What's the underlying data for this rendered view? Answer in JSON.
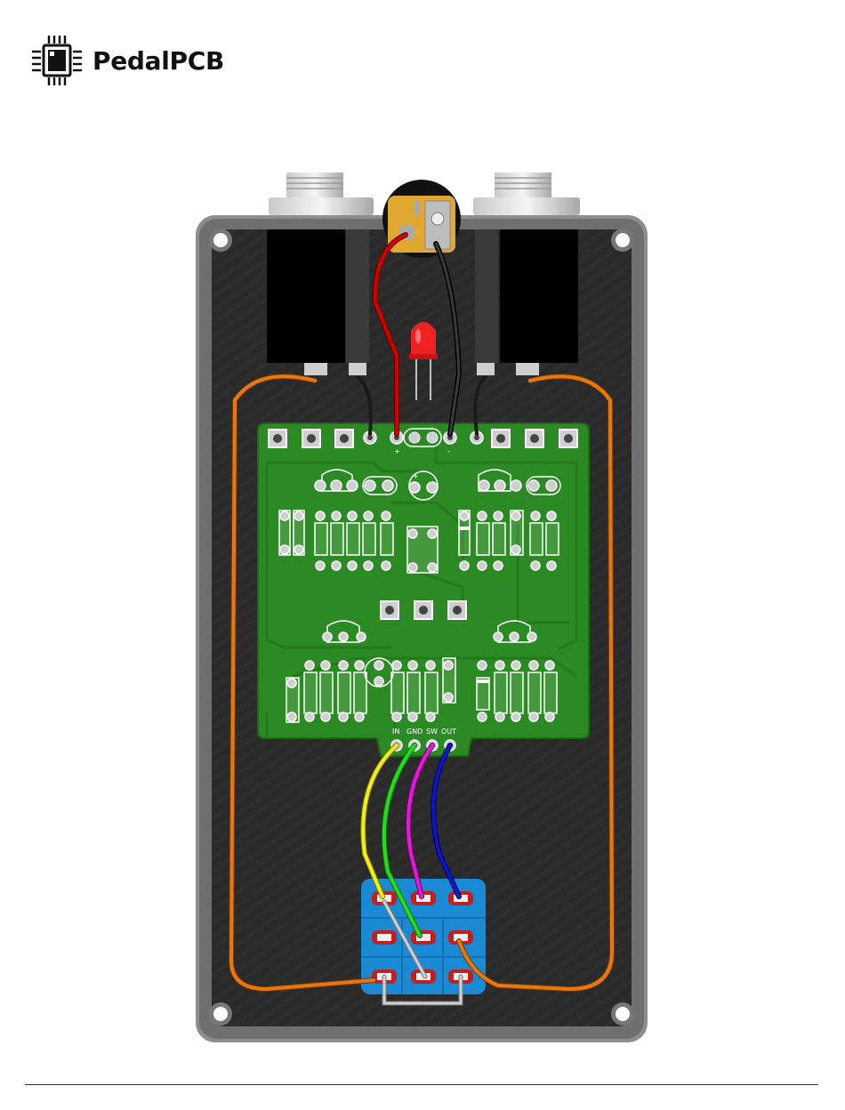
{
  "brand": {
    "name": "PedalPCB",
    "logo_icon": "chip-icon"
  },
  "pcb": {
    "power_plus_label": "+",
    "power_minus_label": "-",
    "cap_plus_label": "+",
    "io_labels": [
      "IN",
      "GND",
      "SW",
      "OUT"
    ]
  },
  "wire_colors": {
    "in": "#f2ee16",
    "gnd": "#22dd1a",
    "sw": "#e21ad6",
    "out": "#0a16c8",
    "jack": "#e8780e",
    "power_positive": "#d00000",
    "power_negative": "#1a1a1a",
    "bypass": "#bbbbbb"
  },
  "colors": {
    "enclosure": "#2b2b2b",
    "enclosure_rim": "#8d8d8d",
    "pcb": "#2c8a24",
    "footswitch": "#1a8ad4",
    "dc_jack": "#e0a830",
    "led": "#ee2222"
  }
}
